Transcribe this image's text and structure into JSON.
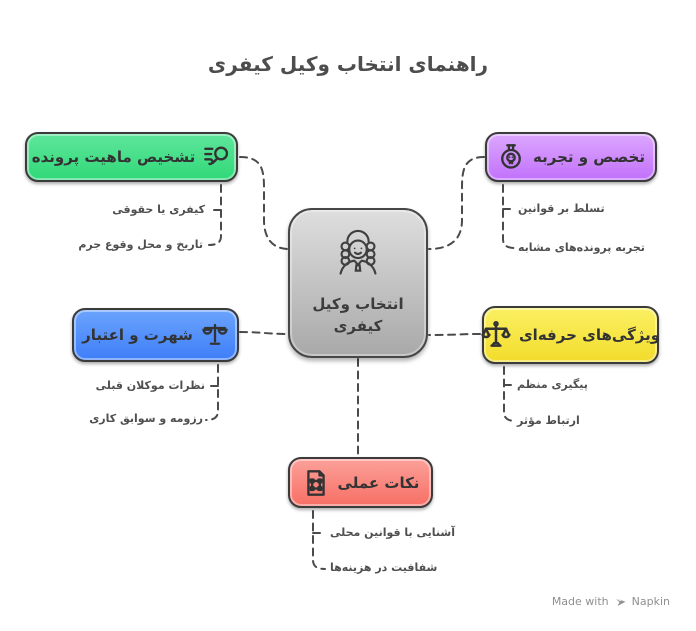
{
  "title": "راهنمای انتخاب وکیل کیفری",
  "center": {
    "label_line1": "انتخاب وکیل",
    "label_line2": "کیفری",
    "icon": "lawyer-icon",
    "color": "#c2c2c2"
  },
  "branches": [
    {
      "id": "case-nature",
      "label": "تشخیص ماهیت پرونده",
      "icon": "search-lines-icon",
      "color": "#3edc86",
      "sub_items": [
        "کیفری یا حقوقی",
        "تاریخ و محل وقوع جرم"
      ]
    },
    {
      "id": "expertise",
      "label": "تخصص و تجربه",
      "icon": "poison-flask-icon",
      "color": "#cf8cfc",
      "sub_items": [
        "تسلط بر قوانین",
        "تجربه پرونده‌های مشابه"
      ]
    },
    {
      "id": "reputation",
      "label": "شهرت و اعتبار",
      "icon": "balance-scale-icon",
      "color": "#5591fa",
      "sub_items": [
        "نظرات موکلان قبلی",
        "رزومه و سوابق کاری"
      ]
    },
    {
      "id": "professional-traits",
      "label": "ویژگی‌های حرفه‌ای",
      "icon": "justice-scale-icon",
      "color": "#f7e646",
      "sub_items": [
        "پیگیری منظم",
        "ارتباط مؤثر"
      ]
    },
    {
      "id": "practical-tips",
      "label": "نکات عملی",
      "icon": "vector-file-icon",
      "color": "#f9867d",
      "sub_items": [
        "آشنایی با قوانین محلی",
        "شفافیت در هزینه‌ها"
      ]
    }
  ],
  "watermark": {
    "prefix": "Made with",
    "brand": "Napkin"
  }
}
